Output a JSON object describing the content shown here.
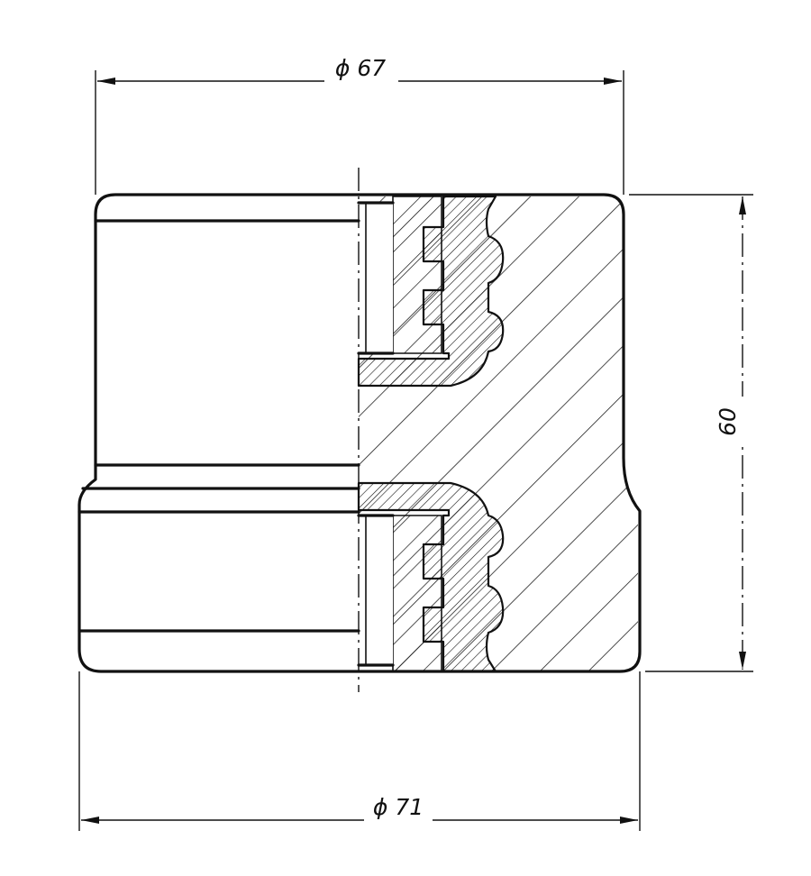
{
  "diagram": {
    "dimensions": {
      "top_diameter": "ϕ 67",
      "bottom_diameter": "ϕ 71",
      "height": "60"
    },
    "colors": {
      "line": "#111111",
      "background": "#ffffff",
      "metal_fill": "#ffffff"
    }
  }
}
